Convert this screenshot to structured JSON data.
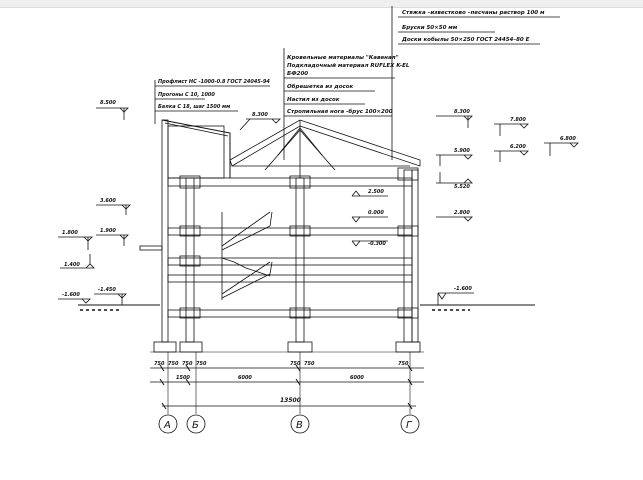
{
  "notes": {
    "top_right": [
      "Стяжка –известково –песчаны раствор 100 м",
      "Бруски 50×50 мм",
      "Доски кобылы 50×250 ГОСТ 24454–80 Е"
    ],
    "roof_stack": [
      "Кровельные материалы \"Кавенал\"",
      "Подкладочный материал RUFLEX K-EL",
      "БФ200",
      "Обрешетка из досок",
      "Настил из досок",
      "Стропильная нога -брус 100×200"
    ],
    "left_stack": [
      "Профлист НС -1000-0.8 ГОСТ 24045-94",
      "Прогоны С 10, 1000",
      "Балка С 18, шаг 1500 мм"
    ]
  },
  "levels": {
    "left_850": "8.500",
    "left_3600": "3.600",
    "left_1800": "1.800",
    "left_1900": "1.900",
    "left_1400": "1.400",
    "left_m1600": "-1.600",
    "left_m1450": "-1.450",
    "canopy_8300": "8.300",
    "mid_2500": "2.500",
    "mid_0000": "0.000",
    "mid_m0300": "-0.300",
    "right_8300": "8.300",
    "right_5900": "5.900",
    "right_5520": "5.520",
    "right_2800": "2.800",
    "right_m1600": "-1.600",
    "far_7800": "7.800",
    "far_6200": "6.200",
    "far_6800": "6.800"
  },
  "dims": {
    "footing": [
      "750",
      "750",
      "750",
      "750",
      "750",
      "750",
      "750"
    ],
    "span_1500": "1500",
    "span_6000_a": "6000",
    "span_6000_b": "6000",
    "total": "13500"
  },
  "axes": [
    "А",
    "Б",
    "В",
    "Г"
  ],
  "colors": {
    "line": "#111111",
    "background": "#ffffff",
    "topbar": "#efefef"
  }
}
